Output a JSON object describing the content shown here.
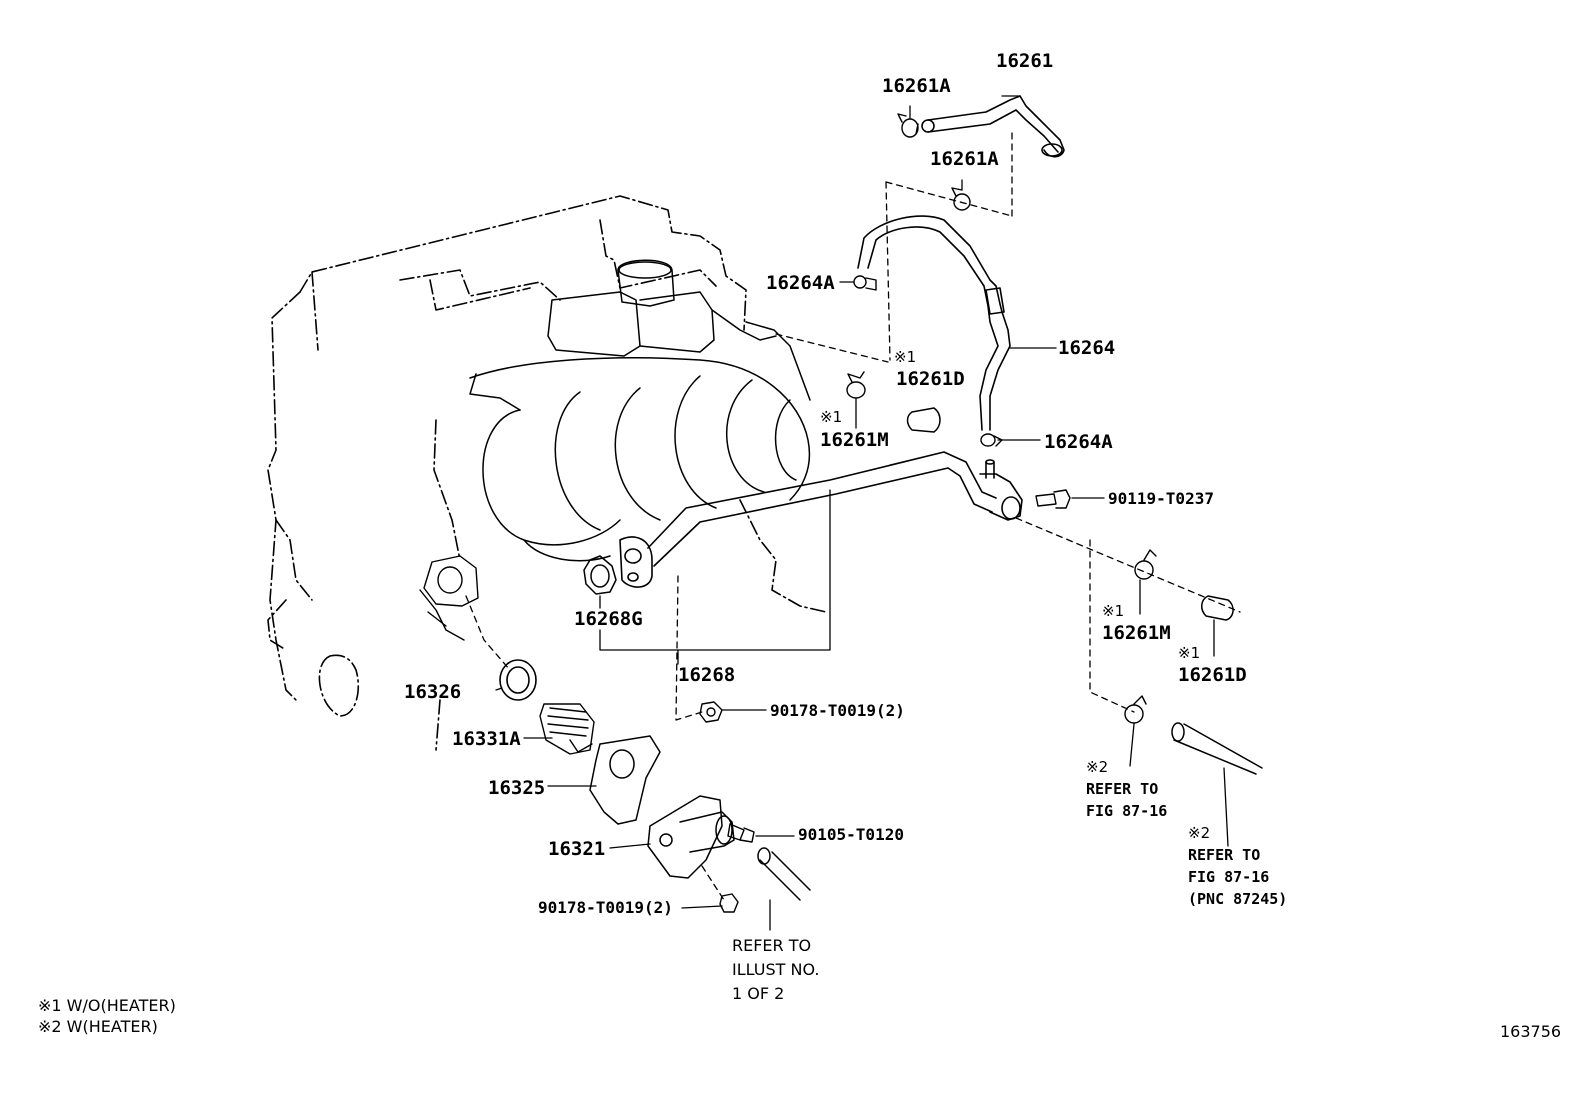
{
  "labels": {
    "p16261": "16261",
    "p16261A_1": "16261A",
    "p16261A_2": "16261A",
    "p16264A_1": "16264A",
    "p16264": "16264",
    "p16261D_1": "16261D",
    "p16261M_1": "16261M",
    "p16264A_2": "16264A",
    "p90119": "90119-T0237",
    "p16268G": "16268G",
    "p16268": "16268",
    "p16261M_2": "16261M",
    "p16261D_2": "16261D",
    "p16326": "16326",
    "p90178a": "90178-T0019(2)",
    "p16331A": "16331A",
    "p16325": "16325",
    "p16321": "16321",
    "p90105": "90105-T0120",
    "p90178b": "90178-T0019(2)"
  },
  "marks": {
    "m1a": "※1",
    "m1b": "※1",
    "m1c": "※1",
    "m1d": "※1",
    "m2a": "※2",
    "m2b": "※2"
  },
  "refs": {
    "fig_a_line1": "REFER TO",
    "fig_a_line2": "FIG 87-16",
    "fig_b_line1": "REFER TO",
    "fig_b_line2": "FIG 87-16",
    "fig_b_line3": "(PNC 87245)",
    "illust_line1": "REFER TO",
    "illust_line2": "ILLUST NO.",
    "illust_line3": "1 OF 2"
  },
  "legend": {
    "note1": "※1 W/O(HEATER)",
    "note2": "※2 W(HEATER)"
  },
  "figure_number": "163756"
}
